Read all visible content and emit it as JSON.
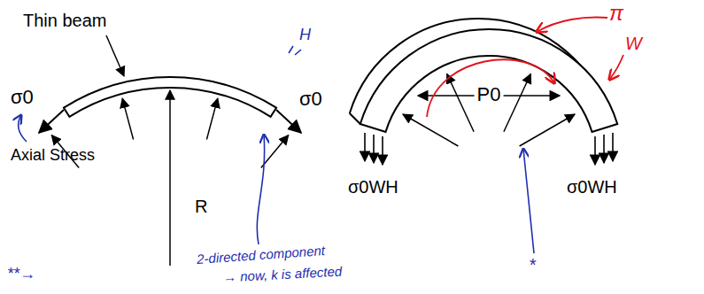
{
  "diagram": {
    "labels": [
      "Thin beam",
      "H",
      "σ0",
      "σ0",
      "Axial Stress",
      "R",
      "P0",
      "σ0WH",
      "σ0WH",
      "π",
      "W",
      "2-directed component",
      "→ now, k is affected",
      "**→",
      "*"
    ]
  }
}
